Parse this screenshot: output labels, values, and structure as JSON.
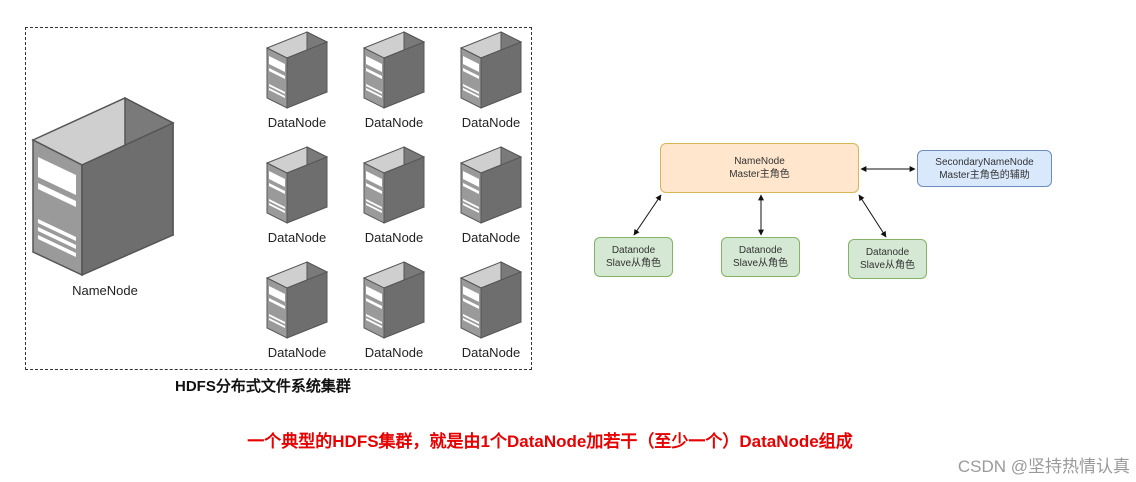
{
  "cluster": {
    "namenode_label": "NameNode",
    "datanode_labels": [
      "DataNode",
      "DataNode",
      "DataNode",
      "DataNode",
      "DataNode",
      "DataNode",
      "DataNode",
      "DataNode",
      "DataNode"
    ],
    "caption": "HDFS分布式文件系统集群"
  },
  "diagram": {
    "namenode": {
      "line1": "NameNode",
      "line2": "Master主角色"
    },
    "secondary": {
      "line1": "SecondaryNameNode",
      "line2": "Master主角色的辅助"
    },
    "datanodes": [
      {
        "line1": "Datanode",
        "line2": "Slave从角色"
      },
      {
        "line1": "Datanode",
        "line2": "Slave从角色"
      },
      {
        "line1": "Datanode",
        "line2": "Slave从角色"
      }
    ]
  },
  "summary_text": "一个典型的HDFS集群，就是由1个DataNode加若干（至少一个）DataNode组成",
  "watermark": "CSDN @坚持热情认真"
}
